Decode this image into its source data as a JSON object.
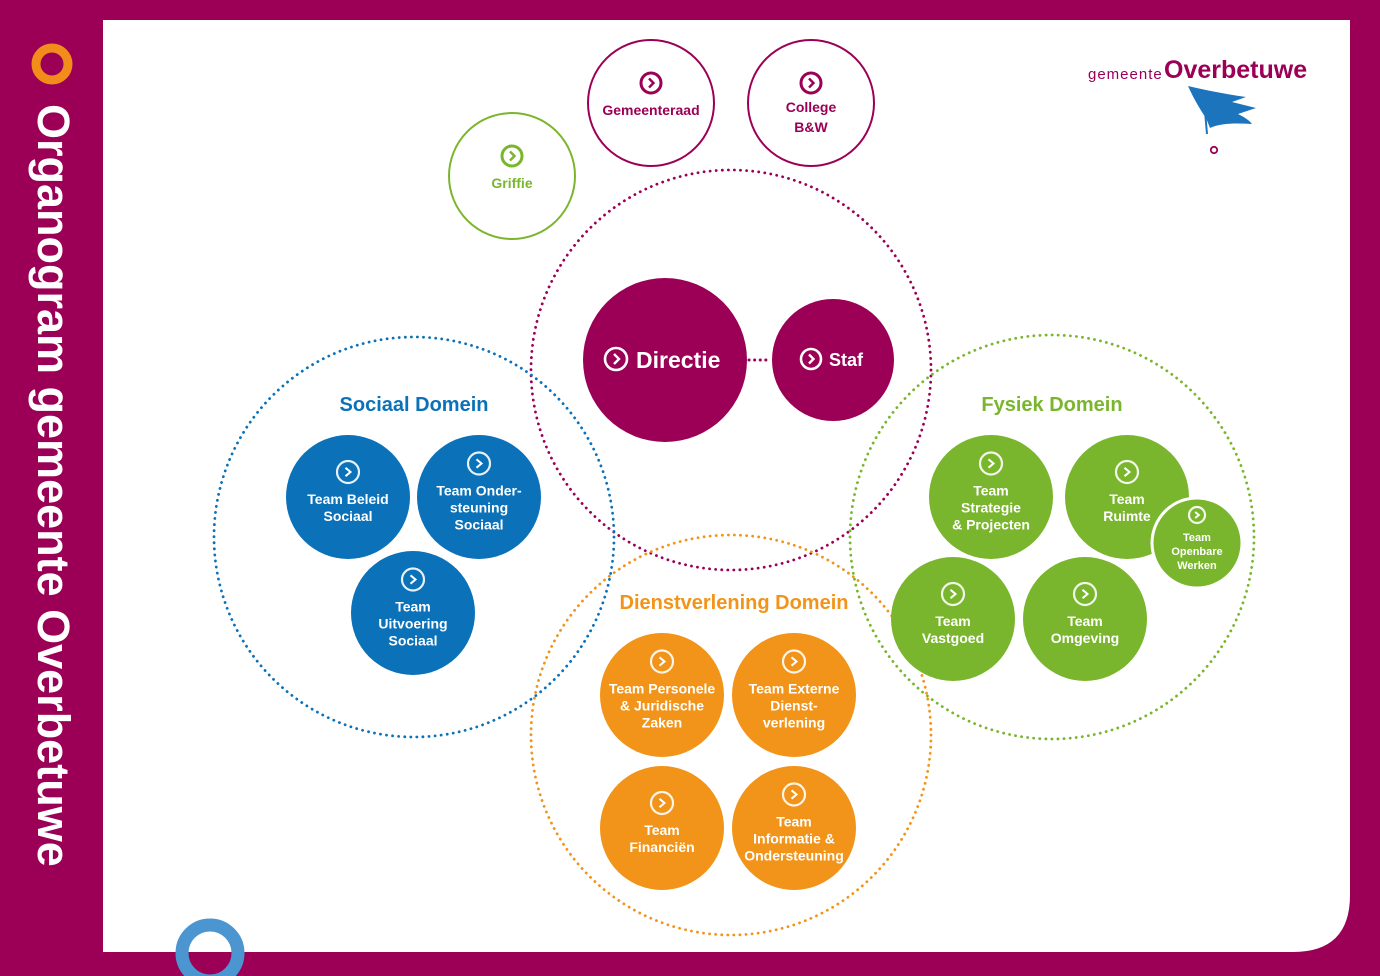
{
  "page_title": "Organogram gemeente Overbetuwe",
  "logo": {
    "prefix": "gemeente",
    "name": "Overbetuwe"
  },
  "colors": {
    "frame": "#9b0056",
    "paper": "#ffffff",
    "purple": "#9b0056",
    "green": "#7ab62d",
    "blue": "#0b71b8",
    "orange": "#f29419",
    "logo_blue": "#1c75bc",
    "ring_orange": "#f28c1b",
    "ring_blue": "#4b96d1"
  },
  "governance": [
    {
      "id": "griffie",
      "lines": [
        "Griffie"
      ],
      "color": "green"
    },
    {
      "id": "gemeenteraad",
      "lines": [
        "Gemeenteraad"
      ],
      "color": "purple"
    },
    {
      "id": "college",
      "lines": [
        "College",
        "B&W"
      ],
      "color": "purple"
    }
  ],
  "directie": {
    "label": "Directie",
    "staf_label": "Staf"
  },
  "domains": [
    {
      "id": "sociaal",
      "title": "Sociaal Domein",
      "color": "blue",
      "teams": [
        {
          "lines": [
            "Team Beleid",
            "Sociaal"
          ]
        },
        {
          "lines": [
            "Team Onder-",
            "steuning",
            "Sociaal"
          ]
        },
        {
          "lines": [
            "Team",
            "Uitvoering",
            "Sociaal"
          ]
        }
      ]
    },
    {
      "id": "fysiek",
      "title": "Fysiek Domein",
      "color": "green",
      "teams": [
        {
          "lines": [
            "Team",
            "Strategie",
            "& Projecten"
          ]
        },
        {
          "lines": [
            "Team",
            "Ruimte"
          ]
        },
        {
          "lines": [
            "Team",
            "Openbare",
            "Werken"
          ]
        },
        {
          "lines": [
            "Team",
            "Vastgoed"
          ]
        },
        {
          "lines": [
            "Team",
            "Omgeving"
          ]
        }
      ]
    },
    {
      "id": "dienstverlening",
      "title": "Dienstverlening Domein",
      "color": "orange",
      "teams": [
        {
          "lines": [
            "Team Personele",
            "& Juridische",
            "Zaken"
          ]
        },
        {
          "lines": [
            "Team Externe",
            "Dienst-",
            "verlening"
          ]
        },
        {
          "lines": [
            "Team",
            "Financiën"
          ]
        },
        {
          "lines": [
            "Team",
            "Informatie &",
            "Ondersteuning"
          ]
        }
      ]
    }
  ]
}
